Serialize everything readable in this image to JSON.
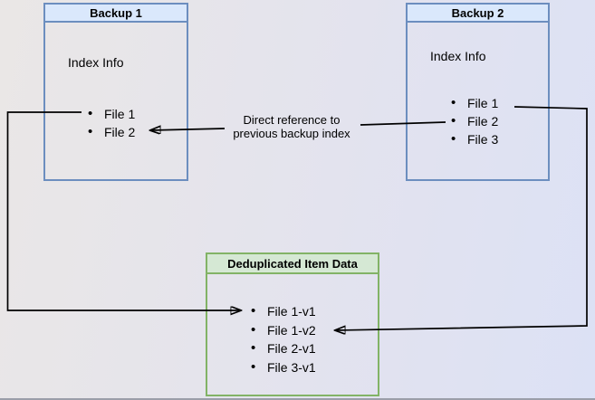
{
  "diagram": {
    "backup1": {
      "title": "Backup 1",
      "subtitle": "Index Info",
      "items": [
        "File 1",
        "File 2"
      ]
    },
    "backup2": {
      "title": "Backup 2",
      "subtitle": "Index Info",
      "items": [
        "File 1",
        "File 2",
        "File 3"
      ]
    },
    "dedup": {
      "title": "Deduplicated Item Data",
      "items": [
        "File 1-v1",
        "File 1-v2",
        "File 2-v1",
        "File 3-v1"
      ]
    },
    "annotation": {
      "line1": "Direct reference to",
      "line2": "previous backup index"
    },
    "colors": {
      "blue_box_fill": "#dae8fc",
      "blue_box_border": "#6c8ebf",
      "green_box_fill": "#d5e8d4",
      "green_box_border": "#82b366",
      "arrow": "#000000",
      "background_left": "#eae7e6",
      "background_right": "#dce1f5"
    }
  }
}
